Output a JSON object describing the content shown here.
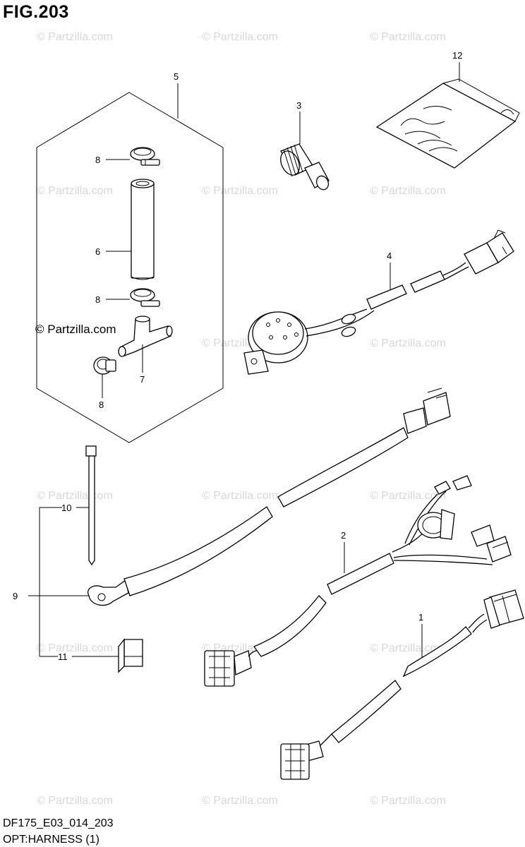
{
  "figure_title": "FIG.203",
  "model_code": "DF175_E03_014_203",
  "section_name": "OPT:HARNESS (1)",
  "watermark": "© Partzilla.com",
  "inline_watermark": "© Partzilla.com",
  "callouts": {
    "p1": "1",
    "p2": "2",
    "p3": "3",
    "p4": "4",
    "p5": "5",
    "p6": "6",
    "p7": "7",
    "p8a": "8",
    "p8b": "8",
    "p8c": "8",
    "p9": "9",
    "p10": "10",
    "p11": "11",
    "p12": "12"
  },
  "colors": {
    "line": "#000000",
    "background": "#ffffff",
    "watermark": "#d8d8d8"
  }
}
